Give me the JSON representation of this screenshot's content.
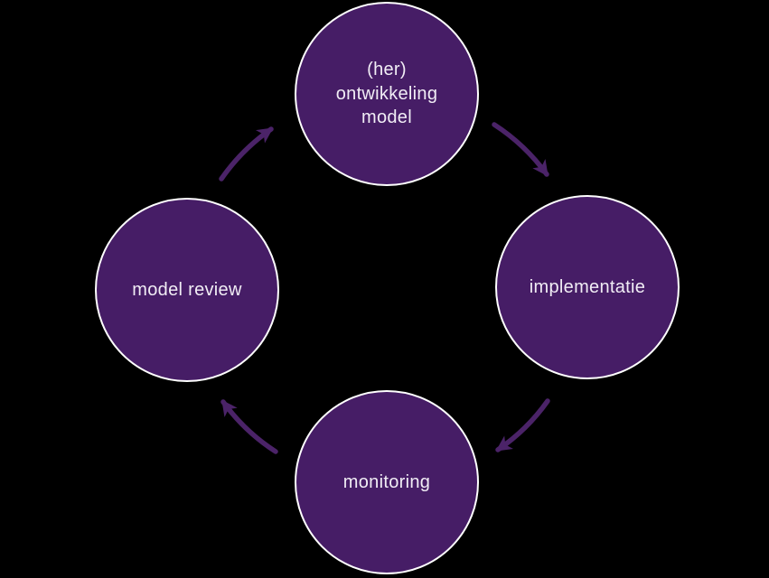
{
  "diagram": {
    "title": "model lifecycle cycle",
    "background_color": "#000000",
    "node_fill_color": "#461D66",
    "node_border_color": "#FFFFFF",
    "arrow_color": "#4B2368",
    "text_color": "#F1EDF5",
    "direction": "clockwise",
    "nodes": [
      {
        "id": "development",
        "position": "top",
        "label": "(her)\nontwikkeling\nmodel"
      },
      {
        "id": "implementation",
        "position": "right",
        "label": "implementatie"
      },
      {
        "id": "monitoring",
        "position": "bottom",
        "label": "monitoring"
      },
      {
        "id": "model-review",
        "position": "left",
        "label": "model review"
      }
    ],
    "arrows": [
      {
        "from": "model-review",
        "to": "development"
      },
      {
        "from": "development",
        "to": "implementation"
      },
      {
        "from": "implementation",
        "to": "monitoring"
      },
      {
        "from": "monitoring",
        "to": "model-review"
      }
    ]
  }
}
